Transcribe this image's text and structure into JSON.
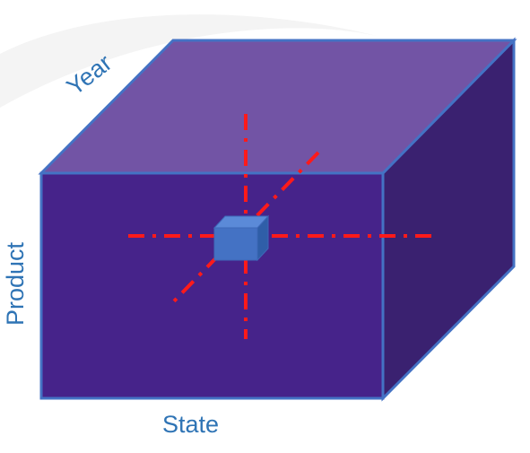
{
  "diagram": {
    "axis_labels": {
      "year": "Year",
      "product": "Product",
      "state": "State"
    },
    "colors": {
      "front_face": "#46238a",
      "top_face": "#7254a5",
      "side_face": "#3a2170",
      "edge": "#4472c4",
      "label": "#2f74b5",
      "axis_line": "#ff1a1a",
      "small_cube_front": "#4472c4",
      "small_cube_top": "#5b8ad8",
      "small_cube_side": "#2f5ea8"
    }
  }
}
